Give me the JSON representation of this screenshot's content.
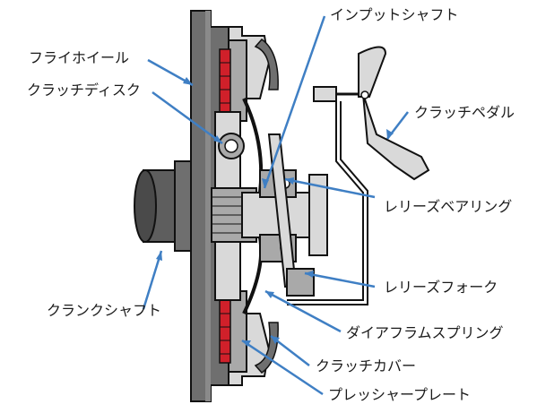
{
  "labels": {
    "flywheel": "フライホイール",
    "clutch_disc": "クラッチディスク",
    "input_shaft": "インプットシャフト",
    "clutch_pedal": "クラッチペダル",
    "release_bearing": "レリーズベアリング",
    "crankshaft": "クランクシャフト",
    "release_fork": "レリーズフォーク",
    "diaphragm_spring": "ダイアフラムスプリング",
    "clutch_cover": "クラッチカバー",
    "pressure_plate": "プレッシャープレート"
  },
  "colors": {
    "leader": "#3f7fc4",
    "housing": "#6f6f6f",
    "housing_dark": "#4a4a4a",
    "part_light": "#d9d9d9",
    "part_mid": "#a9a9a9",
    "friction": "#d0202a",
    "outline": "#111111"
  }
}
